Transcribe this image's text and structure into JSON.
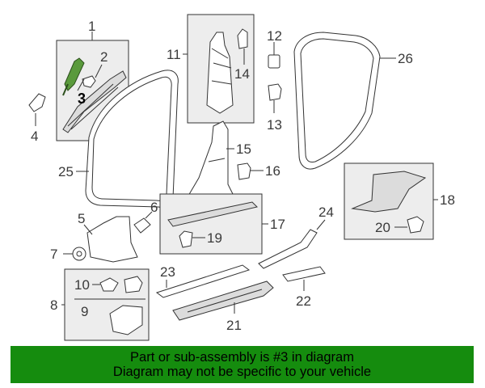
{
  "diagram": {
    "highlight_color": "#5a9a3c",
    "labels": {
      "p1": "1",
      "p2": "2",
      "p3": "3",
      "p4": "4",
      "p5": "5",
      "p6": "6",
      "p7": "7",
      "p8": "8",
      "p9": "9",
      "p10": "10",
      "p11": "11",
      "p12": "12",
      "p13": "13",
      "p14": "14",
      "p15": "15",
      "p16": "16",
      "p17": "17",
      "p18": "18",
      "p19": "19",
      "p20": "20",
      "p21": "21",
      "p22": "22",
      "p23": "23",
      "p24": "24",
      "p25": "25",
      "p26": "26"
    }
  },
  "banner": {
    "line1": "Part or sub-assembly is #3 in diagram",
    "line2": "Diagram may not be specific to your vehicle",
    "background": "#158c0e"
  }
}
